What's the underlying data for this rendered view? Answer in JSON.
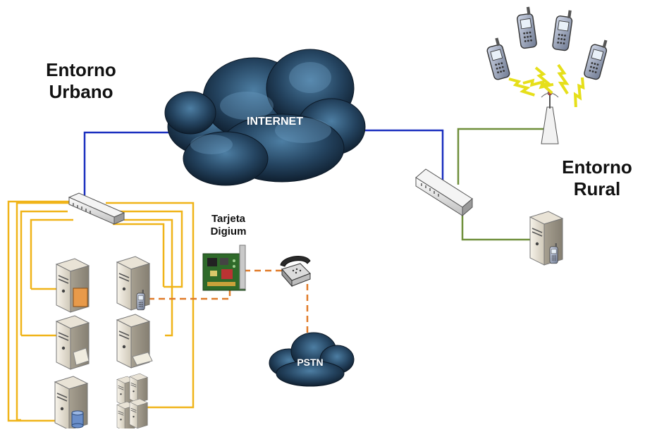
{
  "labels": {
    "urban_line1": "Entorno",
    "urban_line2": "Urbano",
    "rural_line1": "Entorno",
    "rural_line2": "Rural",
    "card_line1": "Tarjeta",
    "card_line2": "Digium",
    "internet": "INTERNET",
    "pstn": "PSTN"
  },
  "colors": {
    "wan_link": "#1a2fbf",
    "lan_link": "#f0b419",
    "rural_link": "#6f8f3a",
    "phone_link": "#e07a28",
    "cloud_dark": "#0f1c2c",
    "cloud_light": "#3d6a8c"
  }
}
